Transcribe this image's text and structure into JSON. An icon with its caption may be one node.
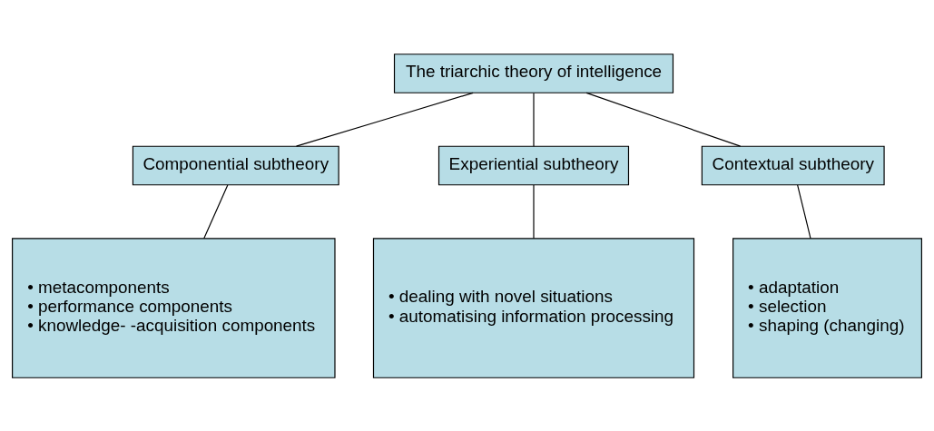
{
  "diagram": {
    "nodes": [
      {
        "text": [
          "The triarchic theory of intelligence"
        ]
      },
      {
        "text": [
          "Componential subtheory"
        ]
      },
      {
        "text": [
          "Experiential subtheory"
        ]
      },
      {
        "text": [
          "Contextual subtheory"
        ]
      },
      {
        "text": [
          "• metacomponents",
          "• performance components",
          "• knowledge- -acquisition components"
        ]
      },
      {
        "text": [
          "• dealing with novel situations",
          "• automatising information processing"
        ]
      },
      {
        "text": [
          "• adaptation",
          "• selection",
          "• shaping (changing)"
        ]
      }
    ],
    "edges": [
      {
        "from": 0,
        "to": 1,
        "arrow": "none"
      },
      {
        "from": 0,
        "to": 2,
        "arrow": "none"
      },
      {
        "from": 0,
        "to": 3,
        "arrow": "none"
      },
      {
        "from": 1,
        "to": 4,
        "arrow": "none"
      },
      {
        "from": 2,
        "to": 5,
        "arrow": "none"
      },
      {
        "from": 3,
        "to": 6,
        "arrow": "none"
      }
    ]
  }
}
